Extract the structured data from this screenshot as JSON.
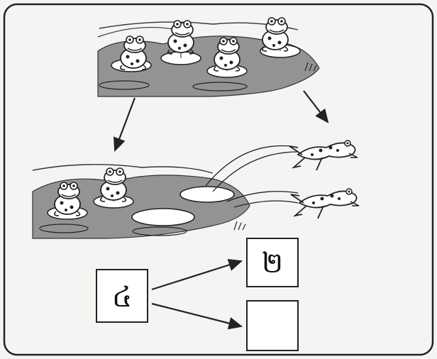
{
  "worksheet": {
    "start_count": "៤",
    "result_remaining": "២",
    "result_jumped": ""
  },
  "illustrations": {
    "top": "pond-with-four-frogs",
    "bottom_left": "pond-with-two-frogs",
    "bottom_right": "two-frogs-jumping-away"
  }
}
